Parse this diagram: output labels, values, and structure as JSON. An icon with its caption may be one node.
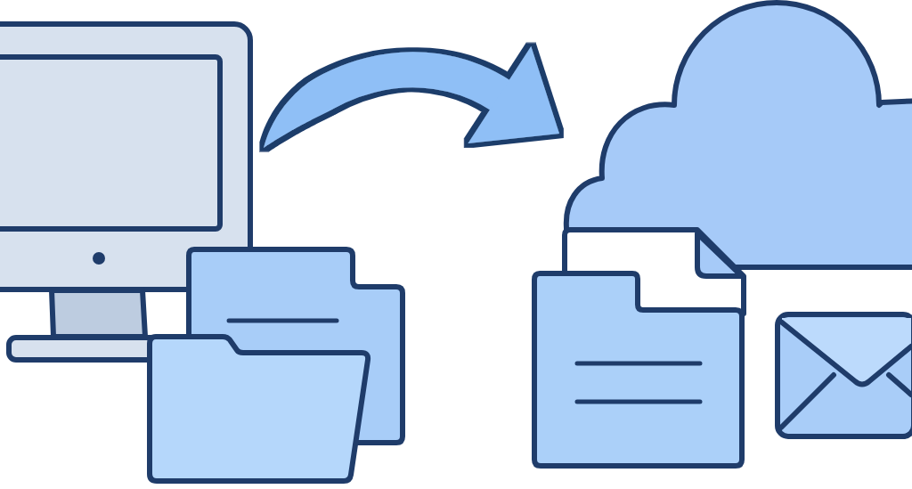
{
  "diagram": {
    "nodes": [
      {
        "text": [],
        "shape": "picture"
      },
      {
        "text": [],
        "shape": "cloud"
      }
    ],
    "edges": [
      {
        "from": 0,
        "to": 1,
        "arrow": "to"
      }
    ]
  }
}
